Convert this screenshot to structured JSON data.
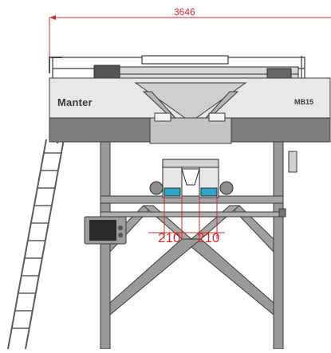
{
  "dimensions": {
    "overall_width": "3646",
    "left_outlet_spacing": "210",
    "right_outlet_spacing": "210"
  },
  "machine": {
    "brand": "Manter",
    "model": "MB15"
  },
  "colors": {
    "dimension_line": "#d42a2a",
    "frame_steel": "#8c8c8c",
    "panel_light": "#e8e8e8",
    "outline": "#3a3a3a",
    "accent_blue": "#2fa6c8"
  }
}
